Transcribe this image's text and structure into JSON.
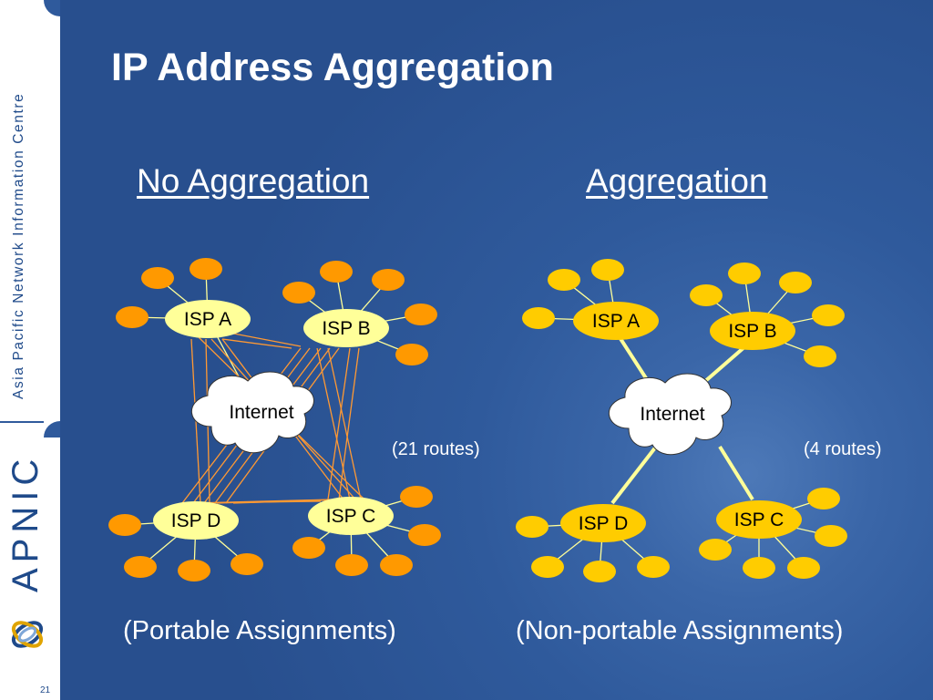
{
  "slide": {
    "title": "IP Address Aggregation",
    "page_number": "21"
  },
  "sidebar": {
    "org_name": "Asia Pacific Network Information Centre",
    "logo_text": "APNIC"
  },
  "diagrams": {
    "left": {
      "heading": "No Aggregation",
      "routes": "(21 routes)",
      "caption": "(Portable Assignments)",
      "cloud_label": "Internet",
      "isps": [
        "ISP A",
        "ISP B",
        "ISP C",
        "ISP D"
      ]
    },
    "right": {
      "heading": "Aggregation",
      "routes": "(4 routes)",
      "caption": "(Non-portable Assignments)",
      "cloud_label": "Internet",
      "isps": [
        "ISP A",
        "ISP B",
        "ISP C",
        "ISP D"
      ]
    }
  },
  "colors": {
    "background": "#2f5a9c",
    "left_customer": "#ff9900",
    "left_isp": "#ffff99",
    "right_customer": "#ffcc00",
    "right_isp": "#ffcc00",
    "right_link": "#ffff99"
  }
}
